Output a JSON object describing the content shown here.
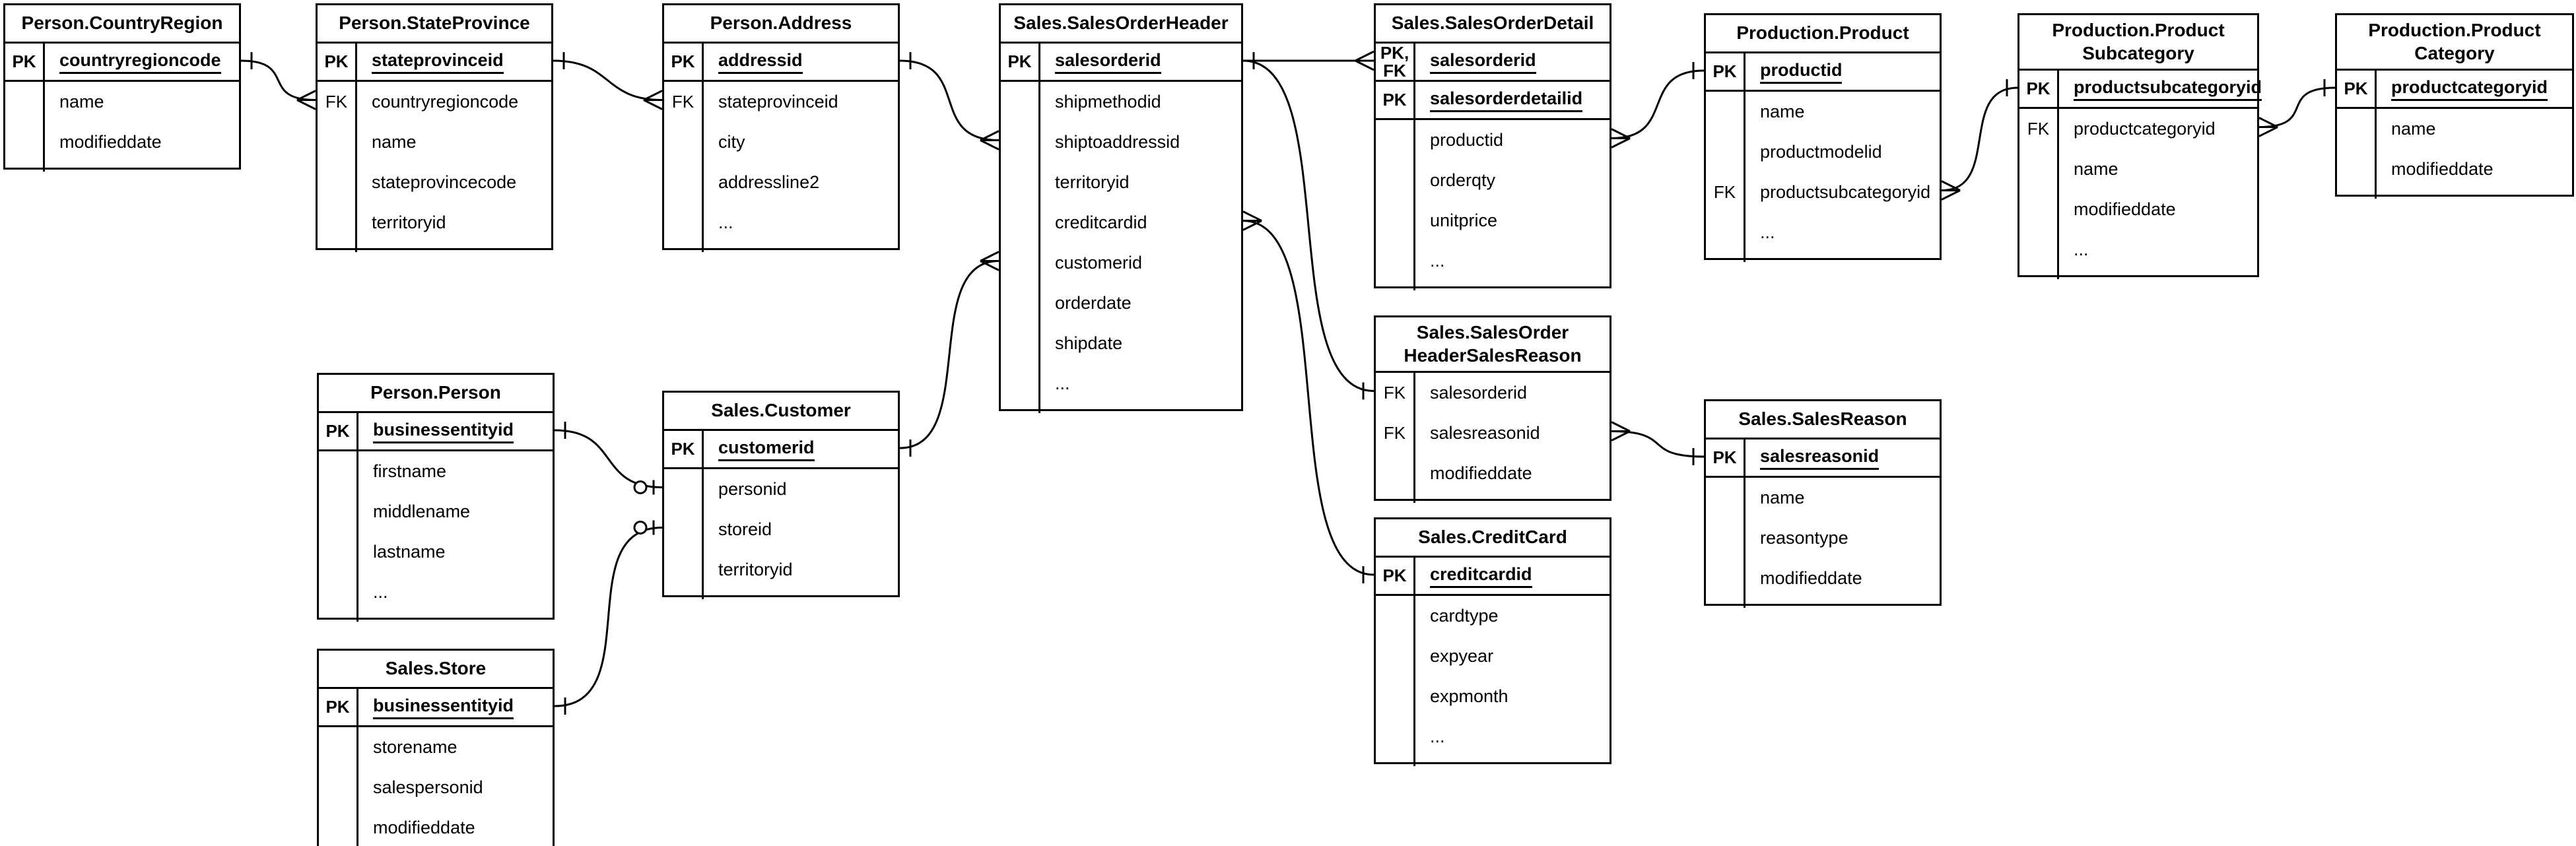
{
  "colors": {
    "line": "#000000",
    "background": "#ffffff",
    "text": "#000000"
  },
  "key_labels": {
    "primary": "PK",
    "foreign": "FK",
    "primary_foreign": "PK,\nFK"
  },
  "tables": [
    {
      "id": "countryregion",
      "title": "Person.CountryRegion",
      "rows": [
        {
          "key": "PK",
          "name": "countryregioncode",
          "pk": true,
          "keyrow": true
        },
        {
          "key": "",
          "name": "name"
        },
        {
          "key": "",
          "name": "modifieddate"
        }
      ]
    },
    {
      "id": "stateprovince",
      "title": "Person.StateProvince",
      "rows": [
        {
          "key": "PK",
          "name": "stateprovinceid",
          "pk": true,
          "keyrow": true
        },
        {
          "key": "FK",
          "name": "countryregioncode"
        },
        {
          "key": "",
          "name": "name"
        },
        {
          "key": "",
          "name": "stateprovincecode"
        },
        {
          "key": "",
          "name": "territoryid"
        }
      ]
    },
    {
      "id": "address",
      "title": "Person.Address",
      "rows": [
        {
          "key": "PK",
          "name": "addressid",
          "pk": true,
          "keyrow": true
        },
        {
          "key": "FK",
          "name": "stateprovinceid"
        },
        {
          "key": "",
          "name": "city"
        },
        {
          "key": "",
          "name": "addressline2"
        },
        {
          "key": "",
          "name": "..."
        }
      ]
    },
    {
      "id": "salesorderheader",
      "title": "Sales.SalesOrderHeader",
      "rows": [
        {
          "key": "PK",
          "name": "salesorderid",
          "pk": true,
          "keyrow": true
        },
        {
          "key": "",
          "name": "shipmethodid"
        },
        {
          "key": "",
          "name": "shiptoaddressid"
        },
        {
          "key": "",
          "name": "territoryid"
        },
        {
          "key": "",
          "name": "creditcardid"
        },
        {
          "key": "",
          "name": "customerid"
        },
        {
          "key": "",
          "name": "orderdate"
        },
        {
          "key": "",
          "name": "shipdate"
        },
        {
          "key": "",
          "name": "..."
        }
      ]
    },
    {
      "id": "salesorderdetail",
      "title": "Sales.SalesOrderDetail",
      "rows": [
        {
          "key": "PK,\nFK",
          "name": "salesorderid",
          "pk": true,
          "keyrow": true
        },
        {
          "key": "PK",
          "name": "salesorderdetailid",
          "pk": true,
          "keyrow": true
        },
        {
          "key": "",
          "name": "productid"
        },
        {
          "key": "",
          "name": "orderqty"
        },
        {
          "key": "",
          "name": "unitprice"
        },
        {
          "key": "",
          "name": "..."
        }
      ]
    },
    {
      "id": "product",
      "title": "Production.Product",
      "rows": [
        {
          "key": "PK",
          "name": "productid",
          "pk": true,
          "keyrow": true
        },
        {
          "key": "",
          "name": "name"
        },
        {
          "key": "",
          "name": "productmodelid"
        },
        {
          "key": "FK",
          "name": "productsubcategoryid"
        },
        {
          "key": "",
          "name": "..."
        }
      ]
    },
    {
      "id": "productsubcategory",
      "title": "Production.Product\nSubcategory",
      "rows": [
        {
          "key": "PK",
          "name": "productsubcategoryid",
          "pk": true,
          "keyrow": true
        },
        {
          "key": "FK",
          "name": "productcategoryid"
        },
        {
          "key": "",
          "name": "name"
        },
        {
          "key": "",
          "name": "modifieddate"
        },
        {
          "key": "",
          "name": "..."
        }
      ]
    },
    {
      "id": "productcategory",
      "title": "Production.Product\nCategory",
      "rows": [
        {
          "key": "PK",
          "name": "productcategoryid",
          "pk": true,
          "keyrow": true
        },
        {
          "key": "",
          "name": "name"
        },
        {
          "key": "",
          "name": "modifieddate"
        }
      ]
    },
    {
      "id": "person",
      "title": "Person.Person",
      "rows": [
        {
          "key": "PK",
          "name": "businessentityid",
          "pk": true,
          "keyrow": true
        },
        {
          "key": "",
          "name": "firstname"
        },
        {
          "key": "",
          "name": "middlename"
        },
        {
          "key": "",
          "name": "lastname"
        },
        {
          "key": "",
          "name": "..."
        }
      ]
    },
    {
      "id": "customer",
      "title": "Sales.Customer",
      "rows": [
        {
          "key": "PK",
          "name": "customerid",
          "pk": true,
          "keyrow": true
        },
        {
          "key": "",
          "name": "personid"
        },
        {
          "key": "",
          "name": "storeid"
        },
        {
          "key": "",
          "name": "territoryid"
        }
      ]
    },
    {
      "id": "store",
      "title": "Sales.Store",
      "rows": [
        {
          "key": "PK",
          "name": "businessentityid",
          "pk": true,
          "keyrow": true
        },
        {
          "key": "",
          "name": "storename"
        },
        {
          "key": "",
          "name": "salespersonid"
        },
        {
          "key": "",
          "name": "modifieddate"
        }
      ]
    },
    {
      "id": "headersalesreason",
      "title": "Sales.SalesOrder\nHeaderSalesReason",
      "rows": [
        {
          "key": "FK",
          "name": "salesorderid"
        },
        {
          "key": "FK",
          "name": "salesreasonid"
        },
        {
          "key": "",
          "name": "modifieddate"
        }
      ]
    },
    {
      "id": "salesreason",
      "title": "Sales.SalesReason",
      "rows": [
        {
          "key": "PK",
          "name": "salesreasonid",
          "pk": true,
          "keyrow": true
        },
        {
          "key": "",
          "name": "name"
        },
        {
          "key": "",
          "name": "reasontype"
        },
        {
          "key": "",
          "name": "modifieddate"
        }
      ]
    },
    {
      "id": "creditcard",
      "title": "Sales.CreditCard",
      "rows": [
        {
          "key": "PK",
          "name": "creditcardid",
          "pk": true,
          "keyrow": true
        },
        {
          "key": "",
          "name": "cardtype"
        },
        {
          "key": "",
          "name": "expyear"
        },
        {
          "key": "",
          "name": "expmonth"
        },
        {
          "key": "",
          "name": "..."
        }
      ]
    }
  ],
  "connectors": [
    {
      "id": "c1",
      "from": {
        "table": "countryregion",
        "row": "countryregioncode",
        "marker": "one"
      },
      "to": {
        "table": "stateprovince",
        "row": "countryregioncode",
        "marker": "many"
      }
    },
    {
      "id": "c2",
      "from": {
        "table": "stateprovince",
        "row": "stateprovinceid",
        "marker": "one"
      },
      "to": {
        "table": "address",
        "row": "stateprovinceid",
        "marker": "many"
      }
    },
    {
      "id": "c3",
      "from": {
        "table": "address",
        "row": "addressid",
        "marker": "one"
      },
      "to": {
        "table": "salesorderheader",
        "row": "shiptoaddressid",
        "marker": "many"
      }
    },
    {
      "id": "c4",
      "from": {
        "table": "customer",
        "row": "customerid",
        "marker": "one"
      },
      "to": {
        "table": "salesorderheader",
        "row": "customerid",
        "marker": "many"
      }
    },
    {
      "id": "c5",
      "from": {
        "table": "person",
        "row": "businessentityid",
        "marker": "one"
      },
      "to": {
        "table": "customer",
        "row": "personid",
        "marker": "zeroone"
      }
    },
    {
      "id": "c6",
      "from": {
        "table": "store",
        "row": "businessentityid",
        "marker": "one"
      },
      "to": {
        "table": "customer",
        "row": "storeid",
        "marker": "zeroone"
      }
    },
    {
      "id": "c7",
      "from": {
        "table": "salesorderheader",
        "row": "salesorderid",
        "marker": "one"
      },
      "to": {
        "table": "salesorderdetail",
        "row": "salesorderid",
        "marker": "many"
      }
    },
    {
      "id": "c8",
      "from": {
        "table": "salesorderheader",
        "row": "salesorderid",
        "marker": "one"
      },
      "to": {
        "table": "headersalesreason",
        "row": "salesorderid",
        "marker": "one"
      }
    },
    {
      "id": "c9",
      "from": {
        "table": "salesorderheader",
        "row": "creditcardid",
        "marker": "many"
      },
      "to": {
        "table": "creditcard",
        "row": "creditcardid",
        "marker": "one"
      }
    },
    {
      "id": "c10",
      "from": {
        "table": "salesorderdetail",
        "row": "productid",
        "marker": "many"
      },
      "to": {
        "table": "product",
        "row": "productid",
        "marker": "one"
      }
    },
    {
      "id": "c11",
      "from": {
        "table": "product",
        "row": "productsubcategoryid",
        "marker": "many"
      },
      "to": {
        "table": "productsubcategory",
        "row": "productsubcategoryid",
        "marker": "one"
      }
    },
    {
      "id": "c12",
      "from": {
        "table": "productsubcategory",
        "row": "productcategoryid",
        "marker": "many"
      },
      "to": {
        "table": "productcategory",
        "row": "productcategoryid",
        "marker": "one"
      }
    },
    {
      "id": "c13",
      "from": {
        "table": "headersalesreason",
        "row": "salesreasonid",
        "marker": "many"
      },
      "to": {
        "table": "salesreason",
        "row": "salesreasonid",
        "marker": "one"
      }
    }
  ]
}
